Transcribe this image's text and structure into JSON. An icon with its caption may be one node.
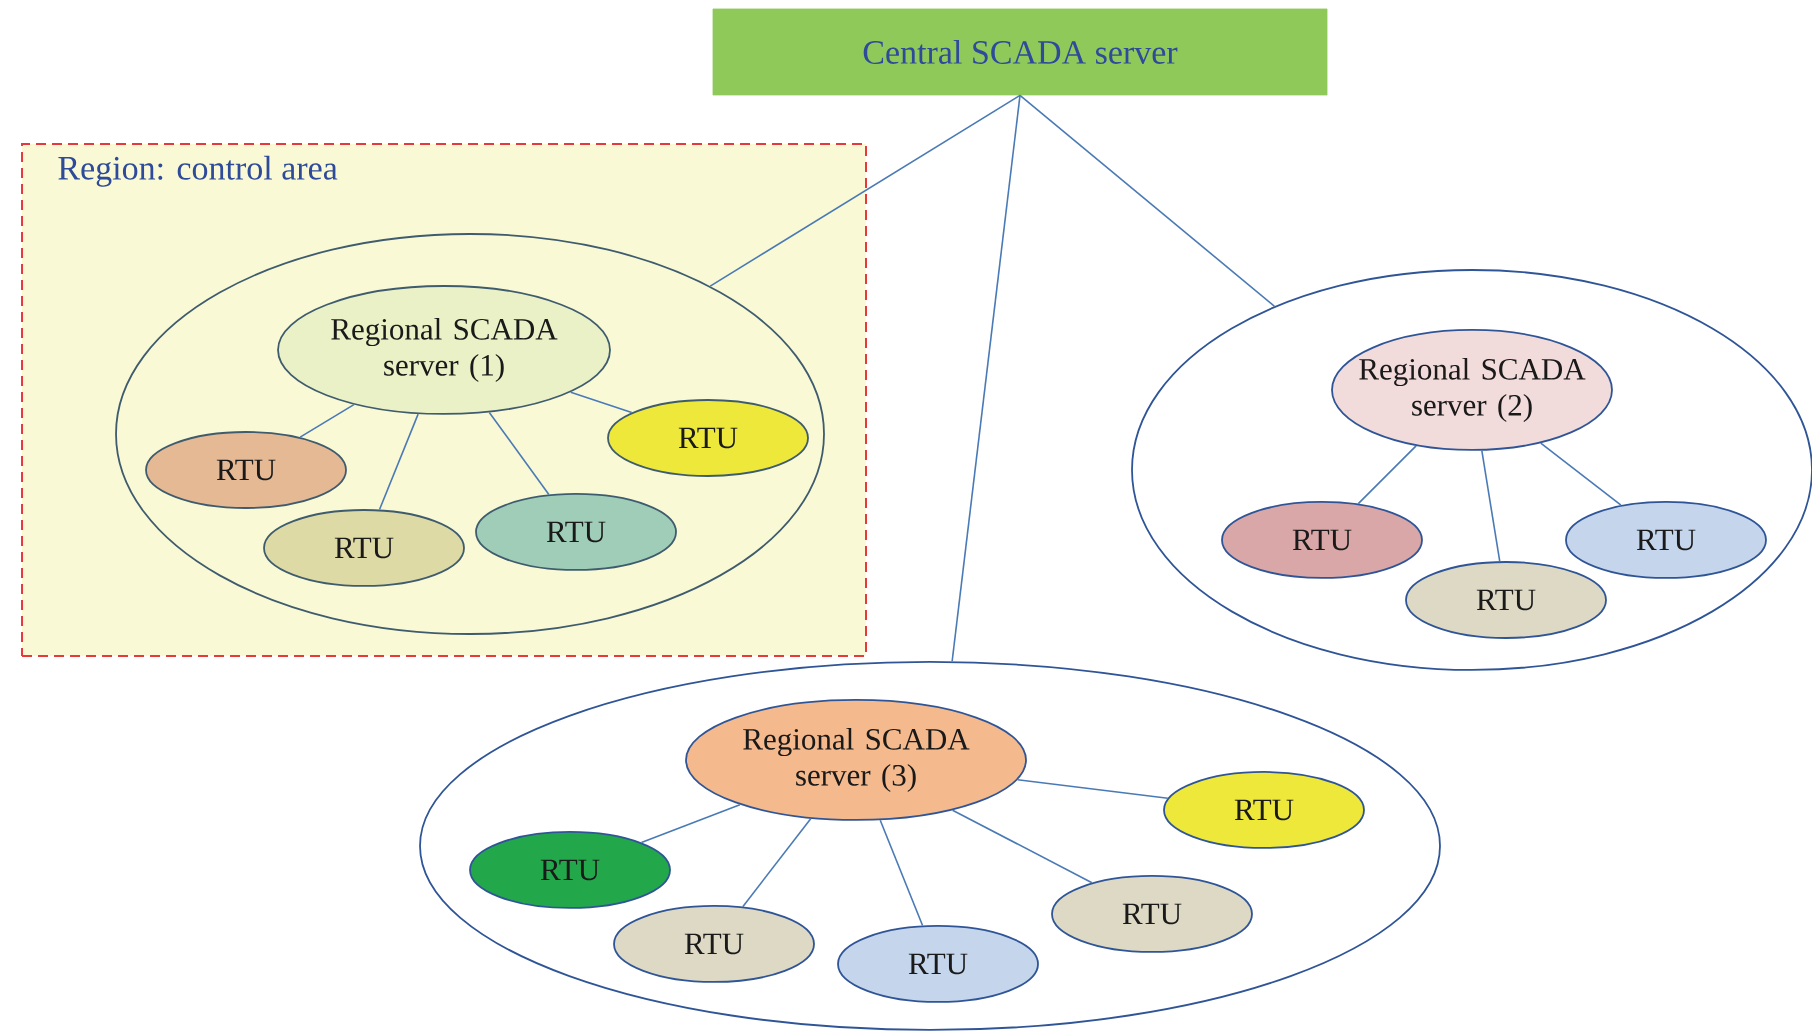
{
  "diagram": {
    "nodes": [
      {
        "text": [
          "Central SCADA server"
        ]
      },
      {
        "text": [
          "Region: control area"
        ]
      },
      {
        "text": [],
        "shape": "ellipse",
        "in": 1
      },
      {
        "text": [
          "Regional SCADA server (1)"
        ],
        "in": 2
      },
      {
        "text": [
          "RTU"
        ],
        "in": 2
      },
      {
        "text": [
          "RTU"
        ],
        "in": 2
      },
      {
        "text": [
          "RTU"
        ],
        "in": 2
      },
      {
        "text": [
          "RTU"
        ],
        "in": 2
      },
      {
        "text": [],
        "shape": "ellipse"
      },
      {
        "text": [
          "Regional SCADA server (2)"
        ],
        "in": 8
      },
      {
        "text": [
          "RTU"
        ],
        "in": 8
      },
      {
        "text": [
          "RTU"
        ],
        "in": 8
      },
      {
        "text": [
          "RTU"
        ],
        "in": 8
      },
      {
        "text": [],
        "shape": "ellipse"
      },
      {
        "text": [
          "Regional SCADA server (3)"
        ],
        "in": 13
      },
      {
        "text": [
          "RTU"
        ],
        "in": 13
      },
      {
        "text": [
          "RTU"
        ],
        "in": 13
      },
      {
        "text": [
          "RTU"
        ],
        "in": 13
      },
      {
        "text": [
          "RTU"
        ],
        "in": 13
      },
      {
        "text": [
          "RTU"
        ],
        "in": 13
      }
    ],
    "edges": [
      {
        "from": 0,
        "to": 2,
        "arrow": "none"
      },
      {
        "from": 0,
        "to": 8,
        "arrow": "none"
      },
      {
        "from": 0,
        "to": 13,
        "arrow": "none"
      },
      {
        "from": 3,
        "to": 4,
        "arrow": "none"
      },
      {
        "from": 3,
        "to": 5,
        "arrow": "none"
      },
      {
        "from": 3,
        "to": 6,
        "arrow": "none"
      },
      {
        "from": 3,
        "to": 7,
        "arrow": "none"
      },
      {
        "from": 9,
        "to": 10,
        "arrow": "none"
      },
      {
        "from": 9,
        "to": 11,
        "arrow": "none"
      },
      {
        "from": 9,
        "to": 12,
        "arrow": "none"
      },
      {
        "from": 14,
        "to": 15,
        "arrow": "none"
      },
      {
        "from": 14,
        "to": 16,
        "arrow": "none"
      },
      {
        "from": 14,
        "to": 17,
        "arrow": "none"
      },
      {
        "from": 14,
        "to": 18,
        "arrow": "none"
      },
      {
        "from": 14,
        "to": 19,
        "arrow": "none"
      }
    ]
  }
}
